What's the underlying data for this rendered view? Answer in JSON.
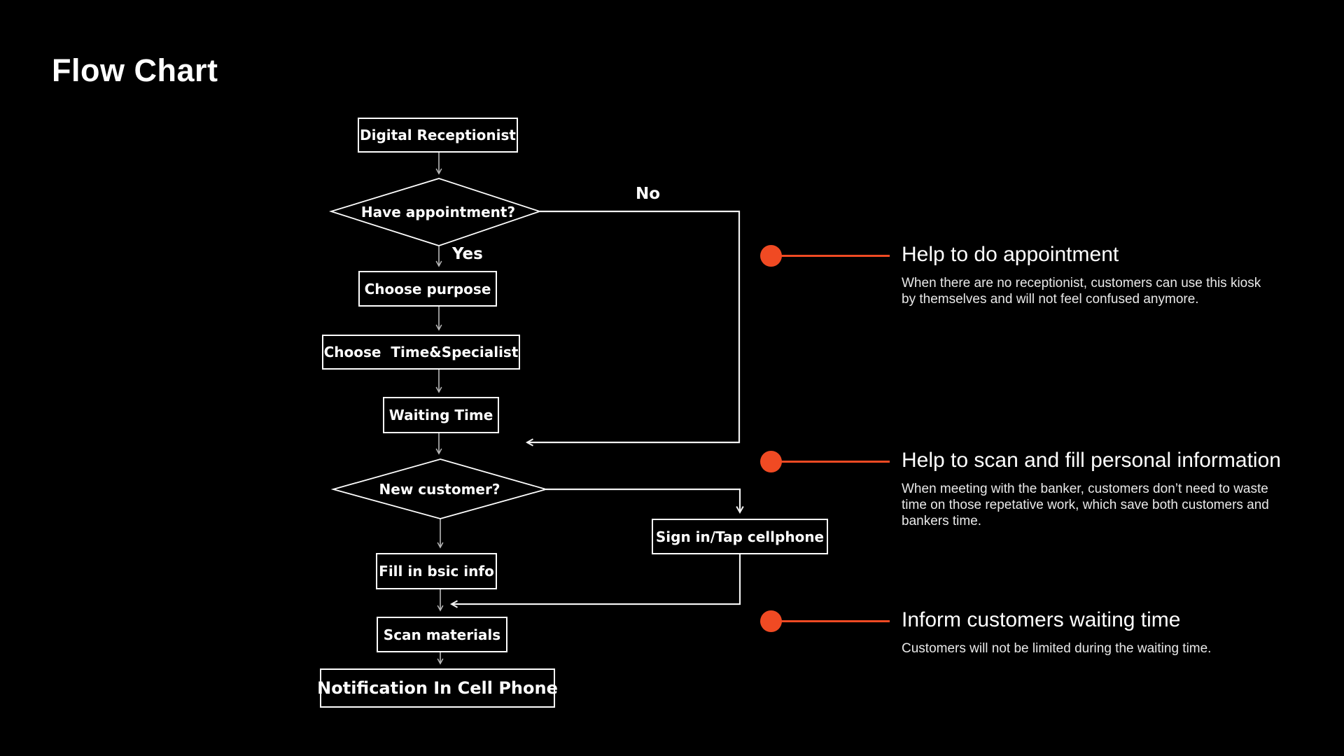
{
  "title": "Flow Chart",
  "colors": {
    "accent": "#F04A23",
    "background": "#000000",
    "shape_stroke": "#FFFFFF",
    "connector_stroke": "#B9B9B9"
  },
  "flowchart": {
    "nodes": {
      "digital_receptionist": "Digital Receptionist",
      "have_appointment": "Have appointment?",
      "choose_purpose": "Choose purpose",
      "choose_time_specialist": "Choose  Time&Specialist",
      "waiting_time": "Waiting Time",
      "new_customer": "New customer?",
      "sign_in_tap_cellphone": "Sign in/Tap cellphone",
      "fill_in_basic_info": "Fill in bsic info",
      "scan_materials": "Scan materials",
      "notification_in_cell_phone": "Notification In Cell Phone"
    },
    "edge_labels": {
      "yes": "Yes",
      "no": "No"
    }
  },
  "annotations": [
    {
      "heading": "Help to do appointment",
      "body": [
        "When there are no receptionist, customers can use this kiosk",
        "by themselves and will not feel confused anymore."
      ]
    },
    {
      "heading": "Help to scan and fill personal information",
      "body": [
        "When meeting with the banker, customers don’t need to waste",
        "time on those repetative work, which save both customers and",
        "bankers time."
      ]
    },
    {
      "heading": "Inform customers waiting time",
      "body": [
        "Customers will not be limited during the waiting time."
      ]
    }
  ]
}
